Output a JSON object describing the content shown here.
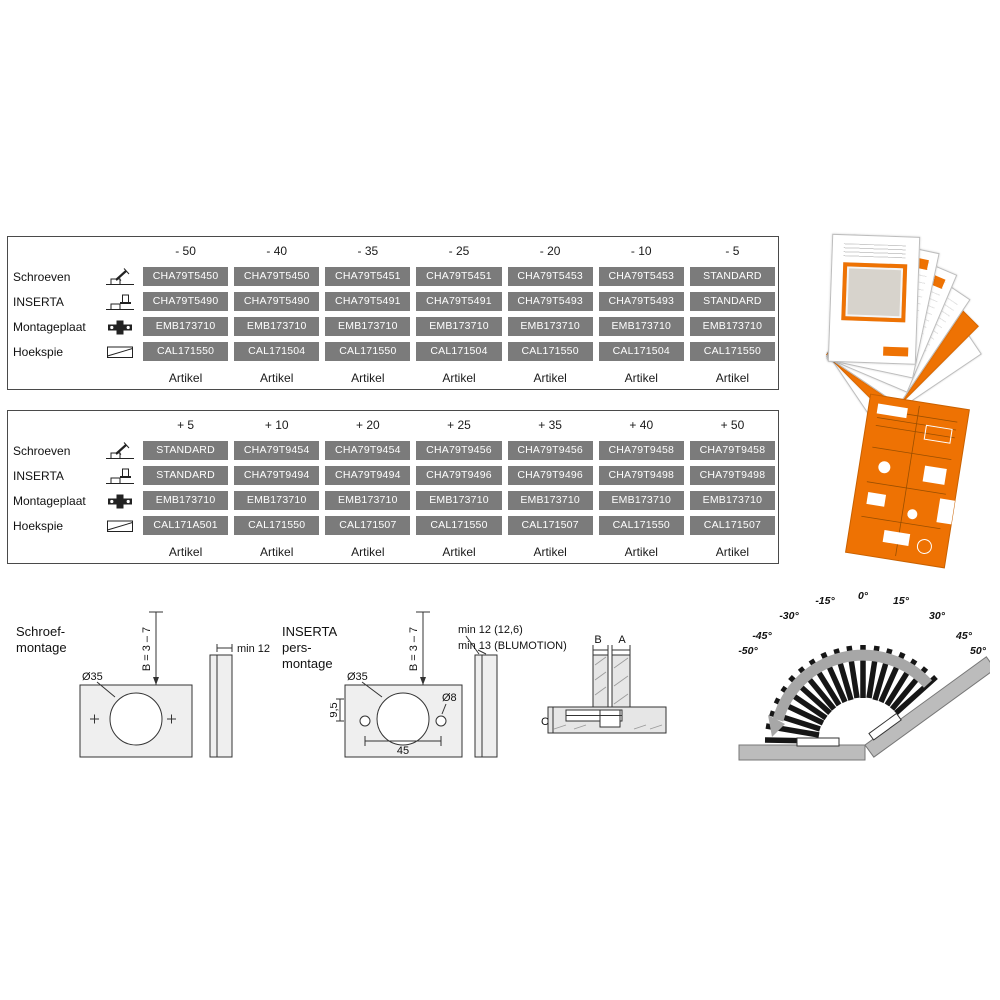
{
  "tables": {
    "minus": {
      "headers": [
        "- 50",
        "- 40",
        "- 35",
        "- 25",
        "- 20",
        "- 10",
        "- 5"
      ],
      "rows": [
        {
          "label": "Schroeven",
          "cells": [
            "CHA79T5450",
            "CHA79T5450",
            "CHA79T5451",
            "CHA79T5451",
            "CHA79T5453",
            "CHA79T5453",
            "STANDARD"
          ]
        },
        {
          "label": "INSERTA",
          "cells": [
            "CHA79T5490",
            "CHA79T5490",
            "CHA79T5491",
            "CHA79T5491",
            "CHA79T5493",
            "CHA79T5493",
            "STANDARD"
          ]
        },
        {
          "label": "Montageplaat",
          "cells": [
            "EMB173710",
            "EMB173710",
            "EMB173710",
            "EMB173710",
            "EMB173710",
            "EMB173710",
            "EMB173710"
          ]
        },
        {
          "label": "Hoekspie",
          "cells": [
            "CAL171550",
            "CAL171504",
            "CAL171550",
            "CAL171504",
            "CAL171550",
            "CAL171504",
            "CAL171550"
          ]
        }
      ],
      "footer_label": "Artikel"
    },
    "plus": {
      "headers": [
        "+ 5",
        "+ 10",
        "+ 20",
        "+ 25",
        "+ 35",
        "+ 40",
        "+ 50"
      ],
      "rows": [
        {
          "label": "Schroeven",
          "cells": [
            "STANDARD",
            "CHA79T9454",
            "CHA79T9454",
            "CHA79T9456",
            "CHA79T9456",
            "CHA79T9458",
            "CHA79T9458"
          ]
        },
        {
          "label": "INSERTA",
          "cells": [
            "STANDARD",
            "CHA79T9494",
            "CHA79T9494",
            "CHA79T9496",
            "CHA79T9496",
            "CHA79T9498",
            "CHA79T9498"
          ]
        },
        {
          "label": "Montageplaat",
          "cells": [
            "EMB173710",
            "EMB173710",
            "EMB173710",
            "EMB173710",
            "EMB173710",
            "EMB173710",
            "EMB173710"
          ]
        },
        {
          "label": "Hoekspie",
          "cells": [
            "CAL171A501",
            "CAL171550",
            "CAL171507",
            "CAL171550",
            "CAL171507",
            "CAL171550",
            "CAL171507"
          ]
        }
      ],
      "footer_label": "Artikel"
    }
  },
  "drawings": {
    "schroef": {
      "label_line1": "Schroef-",
      "label_line2": "montage",
      "dim_d35": "Ø35",
      "dim_b": "B = 3 – 7",
      "dim_min12": "min 12"
    },
    "inserta": {
      "label_line1": "INSERTA",
      "label_line2": "pers-",
      "label_line3": "montage",
      "dim_d35": "Ø35",
      "dim_d8": "Ø8",
      "dim_9_5": "9,5",
      "dim_45": "45",
      "dim_b": "B = 3 – 7",
      "dim_min12": "min 12 (12,6)",
      "dim_min13": "min 13 (BLUMOTION)"
    },
    "section": {
      "dim_b": "B",
      "dim_a": "A",
      "dim_c": "C"
    },
    "fan": {
      "angles": [
        "-50°",
        "-45°",
        "-30°",
        "-15°",
        "0°",
        "15°",
        "30°",
        "45°",
        "50°"
      ]
    }
  },
  "colors": {
    "cell_bg": "#7b7b7b",
    "accent_orange": "#ee7203"
  }
}
